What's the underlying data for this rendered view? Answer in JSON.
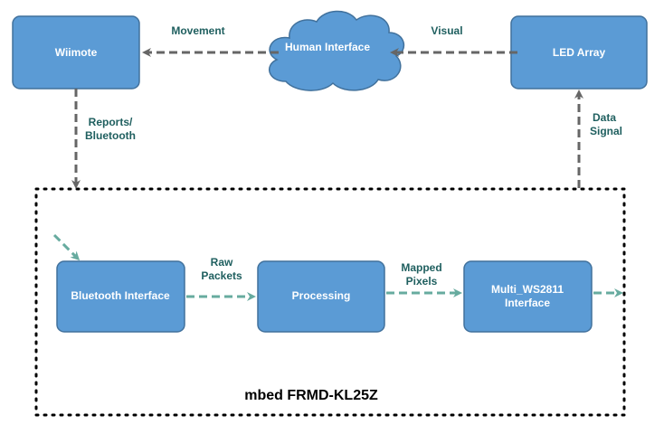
{
  "colors": {
    "box_fill": "#5b9bd5",
    "box_stroke": "#41719c",
    "cloud_fill": "#5b9bd5",
    "arrow_gray": "#666666",
    "arrow_green": "#67ab9f",
    "edge_label": "#1f5f5f"
  },
  "nodes": {
    "wiimote": "Wiimote",
    "human_interface": "Human Interface",
    "led_array": "LED Array",
    "bluetooth_interface": "Bluetooth Interface",
    "processing": "Processing",
    "multi_ws2811_line1": "Multi_WS2811",
    "multi_ws2811_line2": "Interface"
  },
  "edges": {
    "movement": "Movement",
    "visual": "Visual",
    "reports_line1": "Reports/",
    "reports_line2": "Bluetooth",
    "data_signal_line1": "Data",
    "data_signal_line2": "Signal",
    "raw_packets_line1": "Raw",
    "raw_packets_line2": "Packets",
    "mapped_pixels_line1": "Mapped",
    "mapped_pixels_line2": "Pixels"
  },
  "container": {
    "title": "mbed FRMD-KL25Z"
  }
}
